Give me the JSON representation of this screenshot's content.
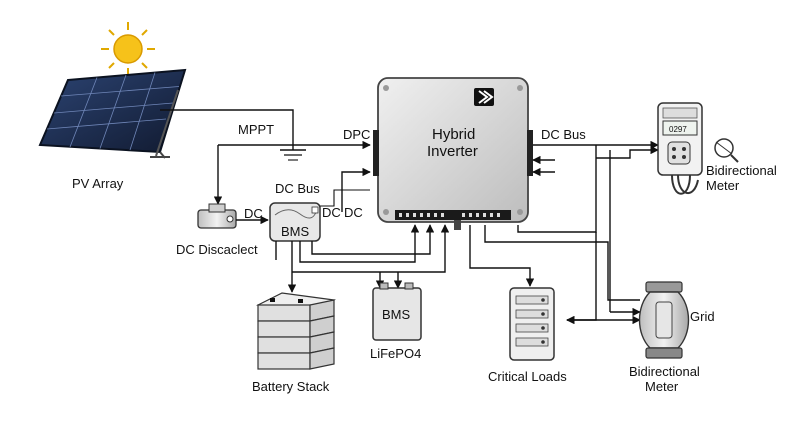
{
  "labels": {
    "pv_array": "PV Array",
    "mppt": "MPPT",
    "dpc": "DPC",
    "dc_bus_top": "DC Bus",
    "dc_bus_left": "DC Bus",
    "inverter_line1": "Hybrid",
    "inverter_line2": "Inverter",
    "dc_disconnect": "DC Discaсlect",
    "dc_1": "DC",
    "dc_2": "DC",
    "dc_3": "DC",
    "bms_module": "BMS",
    "bms_pack": "BMS",
    "lifepo4": "LiFePO4",
    "battery_stack": "Battery Stack",
    "critical_loads": "Critical Loads",
    "grid": "Grid",
    "meter_top_line1": "Bidirectional",
    "meter_top_line2": "Meter",
    "meter_bottom_line1": "Bidirectional",
    "meter_bottom_line2": "Meter",
    "meter_display": "0297"
  },
  "colors": {
    "sun": "#f6c21a",
    "panel": "#1f2f52",
    "inverter": "#d9d9d9",
    "wire": "#111111"
  }
}
